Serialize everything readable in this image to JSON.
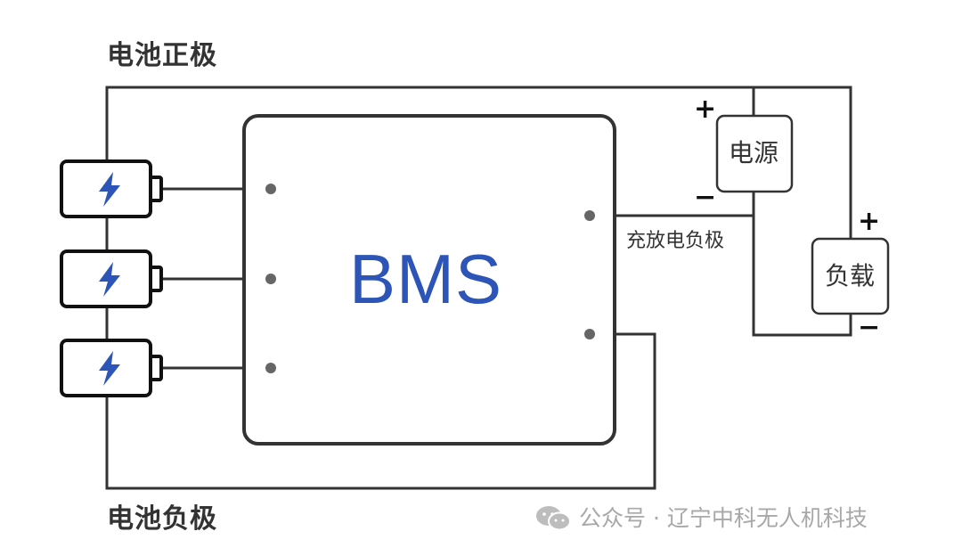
{
  "labels": {
    "battery_positive": "电池正极",
    "battery_negative": "电池负极",
    "charge_discharge_negative": "充放电负极",
    "bms": "BMS",
    "power_source": "电源",
    "load": "负载"
  },
  "signs": {
    "plus": "+",
    "minus": "−"
  },
  "watermark": {
    "icon": "wechat-icon",
    "text": "公众号 · 辽宁中科无人机科技"
  },
  "batteries": {
    "count": 3,
    "icon": "lightning-bolt-icon"
  },
  "colors": {
    "wire": "#333333",
    "bms_text": "#2d55b8",
    "bolt": "#2d55b8",
    "terminal_dot": "#666666",
    "watermark": "#a8a8a8"
  }
}
